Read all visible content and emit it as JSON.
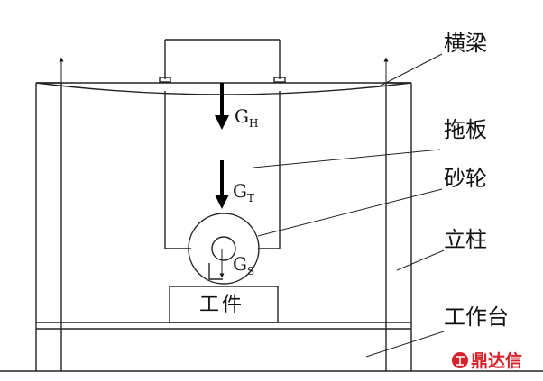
{
  "labels": {
    "beam": "横梁",
    "plate": "拖板",
    "wheel": "砂轮",
    "column": "立柱",
    "table": "工作台",
    "workpiece": "工件"
  },
  "forces": {
    "beam_weight": {
      "main": "G",
      "sub": "H"
    },
    "plate_weight": {
      "main": "G",
      "sub": "T"
    },
    "wheel_weight": {
      "main": "G",
      "sub": "S"
    }
  },
  "watermark": {
    "text": "鼎达信",
    "color": "#d6202a"
  }
}
